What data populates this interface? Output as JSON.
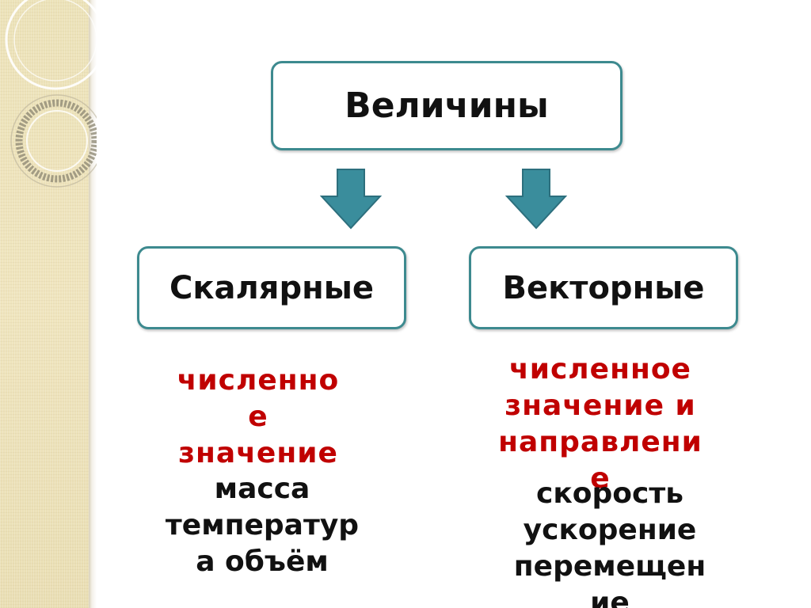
{
  "diagram": {
    "root": {
      "label": "Величины"
    },
    "scalar": {
      "label": "Скалярные",
      "description": "численно\nе\nзначение",
      "examples": "масса\nтемператур\nа  объём"
    },
    "vector": {
      "label": "Векторные",
      "description": "численное\nзначение и\nнаправлени\nе",
      "examples": "скорость\nускорение\nперемещен\nие"
    }
  },
  "colors": {
    "box_border": "#3d8a8f",
    "arrow_fill": "#3a8d9c",
    "description_text": "#c00000",
    "example_text": "#111111",
    "side_band": "#ece2b8"
  },
  "icons": {
    "arrow": "down-arrow-icon",
    "ornament": "circle-ornament"
  }
}
